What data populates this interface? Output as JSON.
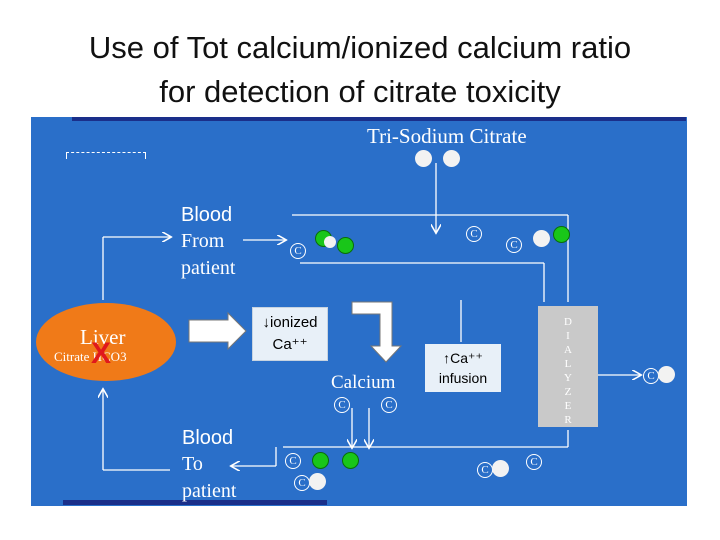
{
  "slide": {
    "title_line1": "Use of Tot calcium/ionized calcium ratio",
    "title_line2": "for detection of citrate toxicity"
  },
  "diagram": {
    "tri_sodium_citrate": "Tri-Sodium Citrate",
    "blood_from": [
      "Blood",
      "From",
      "patient"
    ],
    "blood_to": [
      "Blood",
      "To",
      "patient"
    ],
    "liver": "Liver",
    "liver_formula": "Citrate     HCO3",
    "liver_blocked_mark": "X",
    "ionized_box": [
      "↓ionized",
      "Ca⁺⁺"
    ],
    "calcium_label": "Calcium",
    "infusion_box": [
      "↑Ca⁺⁺",
      "infusion"
    ],
    "dialyzer_letters": [
      "D",
      "I",
      "A",
      "L",
      "Y",
      "Z",
      "E",
      "R"
    ],
    "citrate_symbol": "C",
    "colors": {
      "panel": "#2a6fc9",
      "liver": "#f07a18",
      "green_ion": "#19c619",
      "dialyzer": "#c9c9c9",
      "block_mark": "#e0181c"
    }
  }
}
